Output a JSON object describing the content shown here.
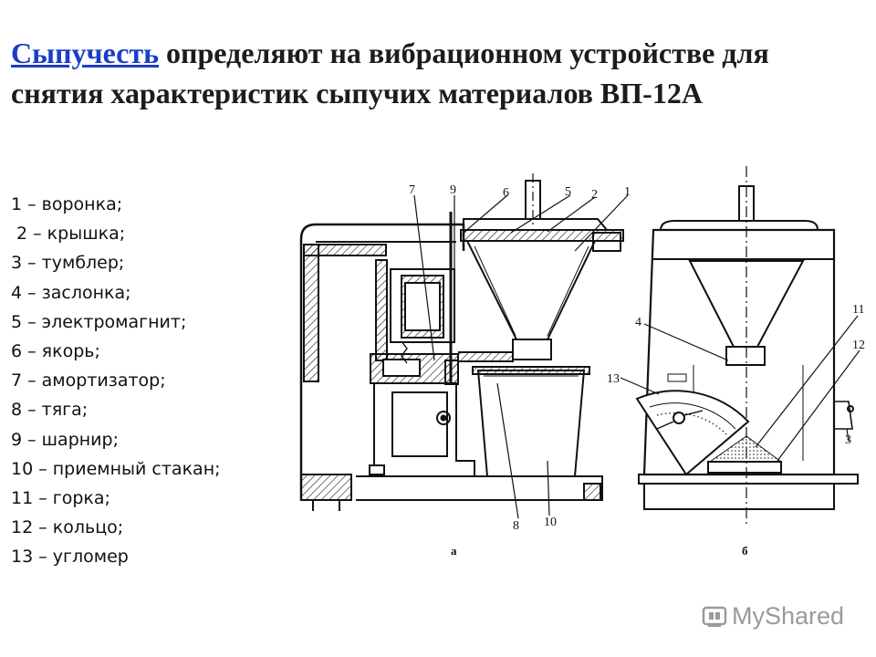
{
  "title": {
    "link_text": "Сыпучесть",
    "rest_line1": " определяют на вибрационном устройстве для",
    "line2": "снятия характеристик сыпучих материалов ВП-12А"
  },
  "legend": [
    "1 – воронка;",
    "2 – крышка;",
    "3 – тумблер;",
    "4 – заслонка;",
    "5 – электромагнит;",
    "6 – якорь;",
    "7 – амортизатор;",
    "8 – тяга;",
    "9 – шарнир;",
    "10 – приемный стакан;",
    "11 – горка;",
    "12 – кольцо;",
    "13 – угломер"
  ],
  "diagram": {
    "labels_a": [
      "7",
      "9",
      "6",
      "5",
      "2",
      "1",
      "8",
      "10"
    ],
    "labels_b": [
      "4",
      "11",
      "12",
      "13",
      "3"
    ],
    "caption_a": "а",
    "caption_b": "б"
  },
  "watermark": {
    "text": "MyShared",
    "icon": "myshared-logo-icon"
  },
  "colors": {
    "link": "#1a3ec8",
    "watermark": "#9a9a9a"
  }
}
